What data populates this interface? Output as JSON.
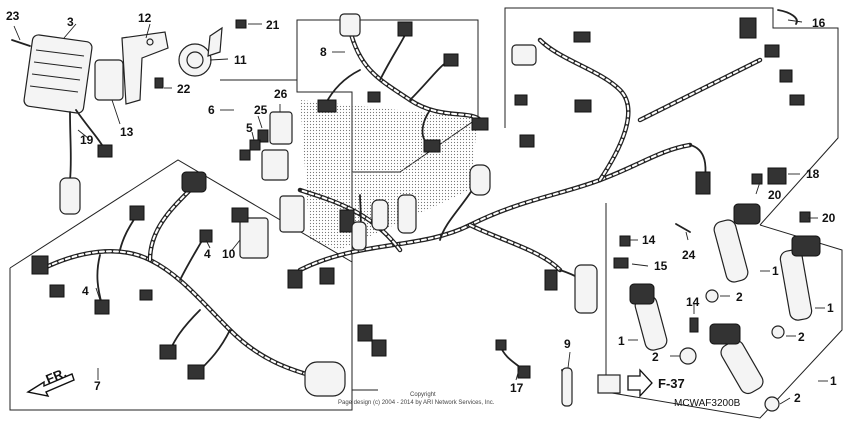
{
  "callouts": {
    "c1a": "1",
    "c1b": "1",
    "c1c": "1",
    "c1d": "1",
    "c2a": "2",
    "c2b": "2",
    "c2c": "2",
    "c2d": "2",
    "c3": "3",
    "c4a": "4",
    "c4b": "4",
    "c5": "5",
    "c6": "6",
    "c7": "7",
    "c8": "8",
    "c9": "9",
    "c10": "10",
    "c11": "11",
    "c12": "12",
    "c13": "13",
    "c14a": "14",
    "c14b": "14",
    "c15": "15",
    "c16": "16",
    "c17": "17",
    "c18": "18",
    "c19": "19",
    "c20a": "20",
    "c20b": "20",
    "c21": "21",
    "c22": "22",
    "c23": "23",
    "c24": "24",
    "c25": "25",
    "c26": "26"
  },
  "labels": {
    "front_arrow": "FR.",
    "ref_page": "F-37",
    "diagram_code": "MCWAF3200B",
    "copyright_line1": "Copyright",
    "copyright_line2": "Page design (c) 2004 - 2014 by ARI Network Services, Inc."
  }
}
